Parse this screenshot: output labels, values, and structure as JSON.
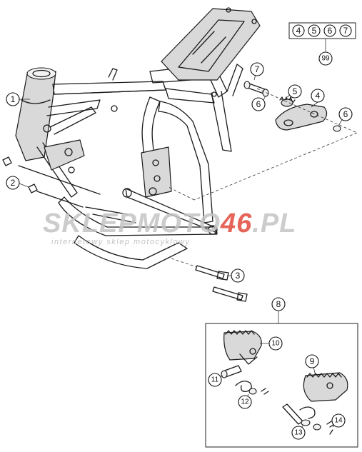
{
  "callouts": [
    {
      "id": "c1",
      "label": "1"
    },
    {
      "id": "c2",
      "label": "2"
    },
    {
      "id": "c3",
      "label": "3"
    },
    {
      "id": "c4",
      "label": "4"
    },
    {
      "id": "c5",
      "label": "5"
    },
    {
      "id": "c6a",
      "label": "6"
    },
    {
      "id": "c6b",
      "label": "6"
    },
    {
      "id": "c7",
      "label": "7"
    },
    {
      "id": "c8",
      "label": "8"
    },
    {
      "id": "c9",
      "label": "9"
    },
    {
      "id": "c10",
      "label": "10"
    },
    {
      "id": "c11",
      "label": "11"
    },
    {
      "id": "c12",
      "label": "12"
    },
    {
      "id": "c13",
      "label": "13"
    },
    {
      "id": "c14",
      "label": "14"
    }
  ],
  "kit": {
    "items": [
      "4",
      "5",
      "6",
      "7"
    ],
    "kit_number": "99"
  },
  "watermark": {
    "brand_part1": "SKLEP",
    "brand_part2": "MOTO",
    "brand_part3": "46",
    "brand_part4": ".PL",
    "tagline": "internetowy sklep motocyklowy",
    "colors": {
      "grey": "#c4c4c4",
      "red": "#e24a3b"
    }
  }
}
